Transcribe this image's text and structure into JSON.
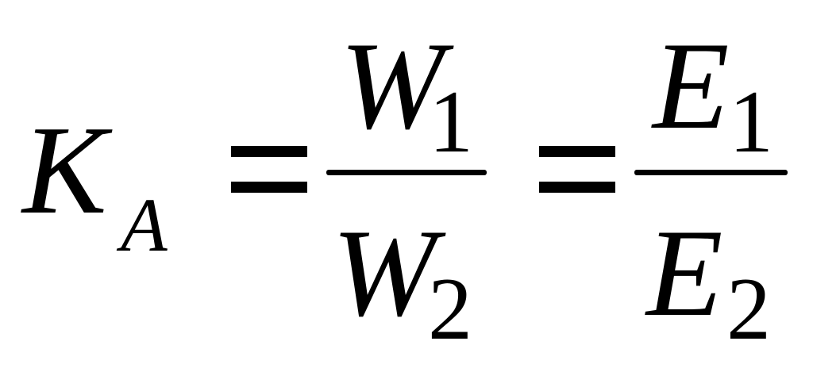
{
  "formula": {
    "lhs": {
      "symbol": "K",
      "subscript": "A"
    },
    "equals": "=",
    "fraction_1": {
      "numerator": {
        "symbol": "W",
        "subscript": "1"
      },
      "denominator": {
        "symbol": "W",
        "subscript": "2"
      }
    },
    "fraction_2": {
      "numerator": {
        "symbol": "E",
        "subscript": "1"
      },
      "denominator": {
        "symbol": "E",
        "subscript": "2"
      }
    }
  }
}
